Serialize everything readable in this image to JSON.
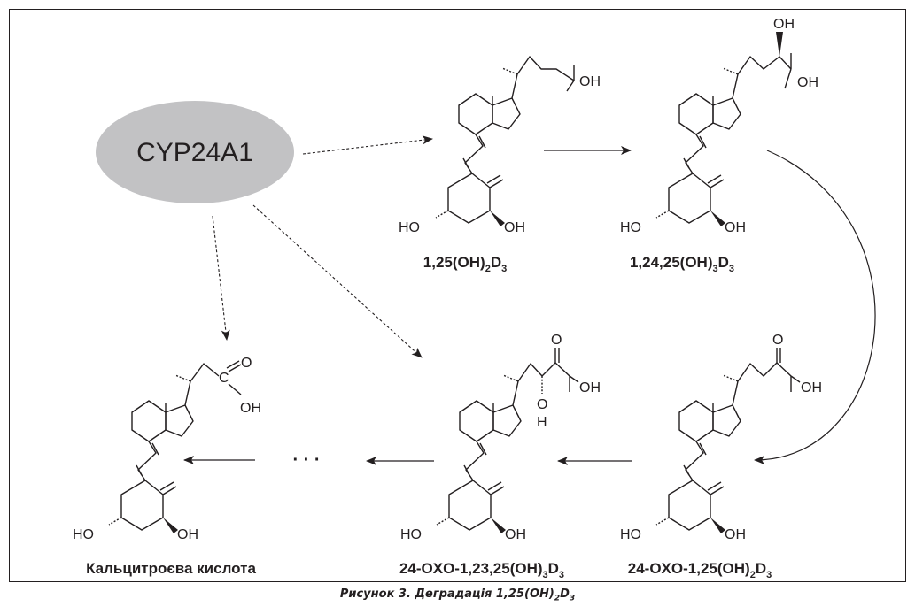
{
  "enzyme": {
    "label": "CYP24A1",
    "fill": "#c2c2c4"
  },
  "compounds": {
    "c1": {
      "name": "1,25(OH)",
      "s1": "2",
      "mid": "D",
      "s2": "3"
    },
    "c2": {
      "name": "1,24,25(OH)",
      "s1": "3",
      "mid": "D",
      "s2": "3"
    },
    "c3": {
      "name": "24-OXO-1,25(OH)",
      "s1": "2",
      "mid": "D",
      "s2": "3"
    },
    "c4": {
      "name": "24-OXO-1,23,25(OH)",
      "s1": "3",
      "mid": "D",
      "s2": "3"
    },
    "c5": {
      "name": "Кальцитроєва кислота"
    }
  },
  "atoms": {
    "oh": "OH",
    "ho": "HO",
    "o": "O",
    "h": "H",
    "c": "C"
  },
  "ellipsis": "· · ·",
  "caption": {
    "text": "Рисунок 3. Деградація 1,25(OH)",
    "s1": "2",
    "mid": "D",
    "s2": "3"
  },
  "colors": {
    "ink": "#231f20",
    "enzyme_fill": "#c2c2c4"
  }
}
